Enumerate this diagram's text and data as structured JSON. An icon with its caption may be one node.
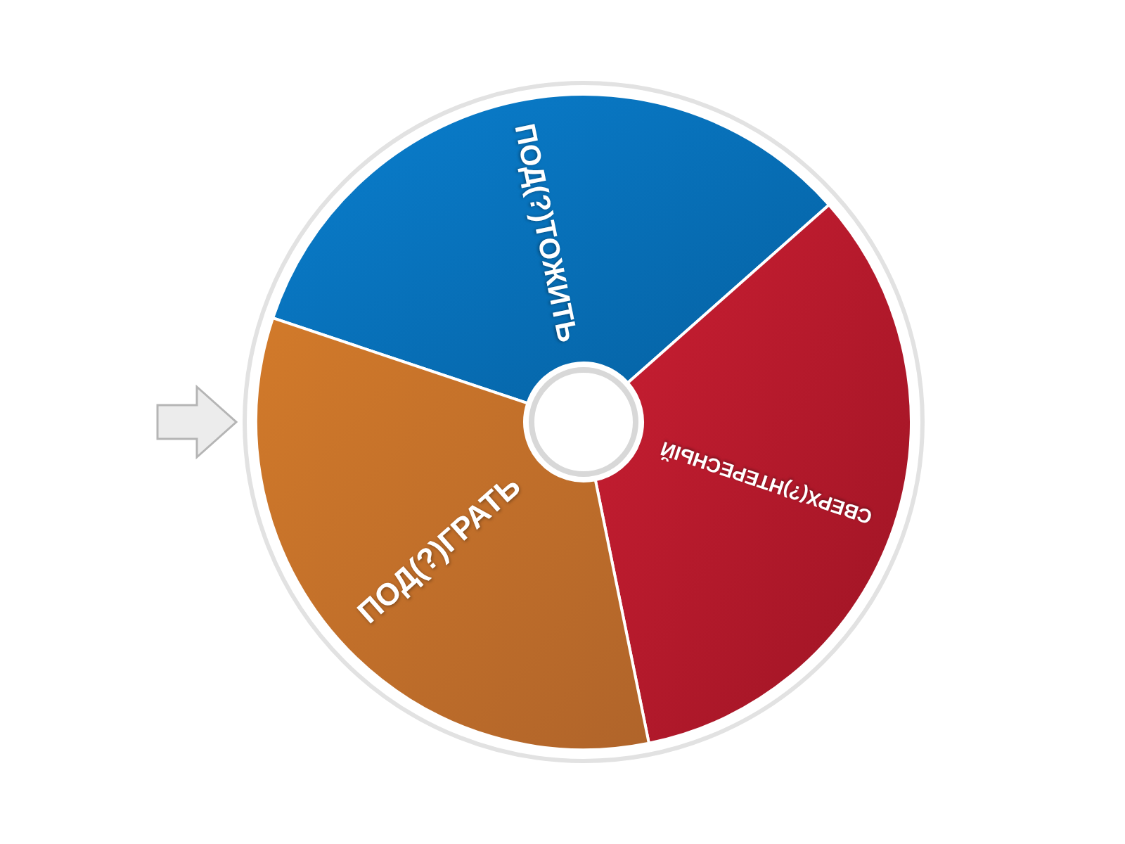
{
  "diagram": {
    "nodes": [
      {
        "text": [
          "ПОД(?)ТОЖИТЬ"
        ]
      },
      {
        "text": [
          "СВЕРХ(?)НТЕРЕСНЫЙ"
        ]
      },
      {
        "text": [
          "ПОД(?)ГРАТЬ"
        ]
      },
      {
        "text": [],
        "shape": "circle"
      }
    ]
  }
}
